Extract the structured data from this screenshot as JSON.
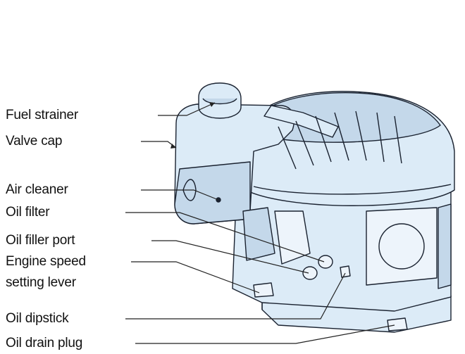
{
  "labels": {
    "fuel_strainer": "Fuel strainer",
    "valve_cap": "Valve cap",
    "air_cleaner": "Air cleaner",
    "oil_filter": "Oil filter",
    "oil_filler_port": "Oil filler port",
    "engine_speed_line1": "Engine speed",
    "engine_speed_line2": "setting lever",
    "oil_dipstick": "Oil dipstick",
    "oil_drain_plug": "Oil drain plug"
  },
  "colors": {
    "engine_fill": "#dcebf7",
    "engine_shade": "#c4d8ea",
    "engine_outline": "#1a2230",
    "leader_line": "#222222"
  }
}
